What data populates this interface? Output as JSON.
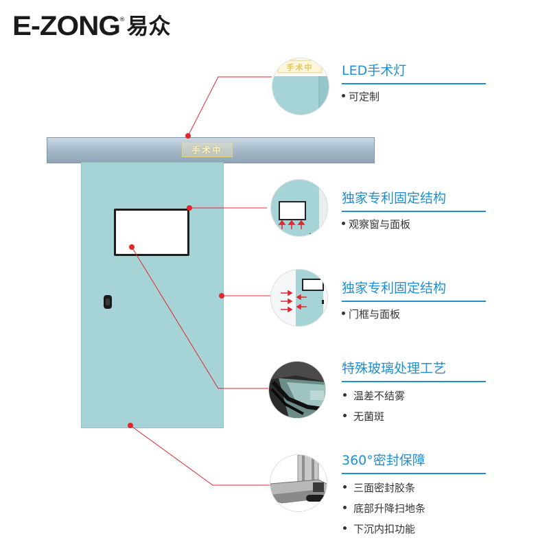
{
  "brand": {
    "latin": "E-ZONG",
    "registered": "®",
    "chinese": "易众"
  },
  "rail_sign": "手术中",
  "features": [
    {
      "title": "LED手术灯",
      "items": [
        "可定制"
      ]
    },
    {
      "title": "独家专利固定结构",
      "items": [
        "观察窗与面板"
      ]
    },
    {
      "title": "独家专利固定结构",
      "items": [
        "门框与面板"
      ]
    },
    {
      "title": "特殊玻璃处理工艺",
      "items": [
        "温差不结雾",
        "无菌斑"
      ]
    },
    {
      "title": "360°密封保障",
      "items": [
        "三面密封胶条",
        "底部升降扫地条",
        "下沉内扣功能"
      ]
    }
  ],
  "colors": {
    "accent": "#1f8fd0",
    "connector": "#e2262d",
    "door": "#a5d3d6"
  }
}
